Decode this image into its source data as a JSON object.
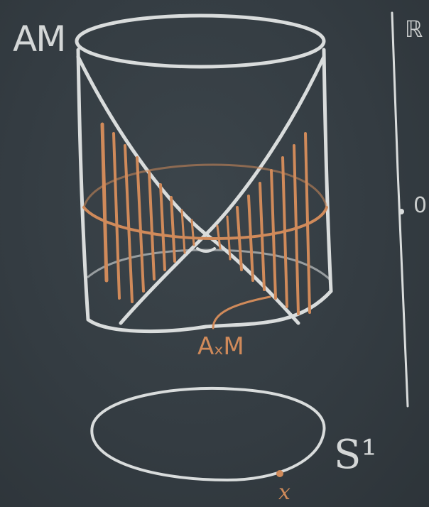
{
  "labels": {
    "am": "AM",
    "r": "ℝ",
    "zero": "0",
    "axm": "AₓM",
    "s1": "S¹",
    "x": "x"
  },
  "colors": {
    "board": "#343c42",
    "chalk_white": "#d9dcdc",
    "chalk_orange": "#d08a5a"
  }
}
